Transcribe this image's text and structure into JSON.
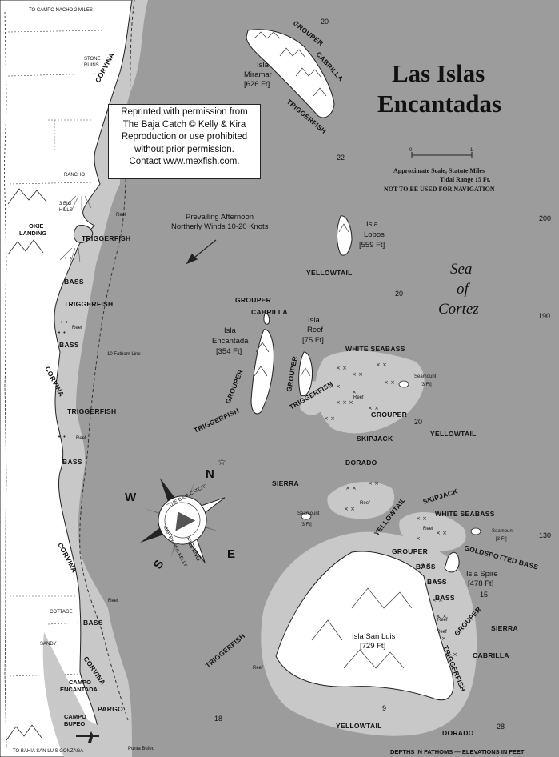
{
  "title": [
    "Las Islas",
    "Encantadas"
  ],
  "sea_label": [
    "Sea",
    "of",
    "Cortez"
  ],
  "permission": [
    "Reprinted with permission from",
    "The Baja Catch © Kelly & Kira",
    "Reproduction or use prohibited",
    "without prior permission.",
    "Contact www.mexfish.com."
  ],
  "legend": {
    "scale_start": "0",
    "scale_end": "1",
    "lines": [
      "Approximate Scale, Statute Miles",
      "Tidal Range 15 Ft.",
      "NOT TO BE USED FOR NAVIGATION"
    ]
  },
  "wind_note": [
    "Prevailing Afternoon",
    "Northerly Winds 10-20 Knots"
  ],
  "footer": "DEPTHS IN FATHOMS — ELEVATIONS IN FEET",
  "road_top": "TO CAMPO NACHO 2 MILES",
  "road_bottom": "TO BAHIA SAN LUIS GONZAGA",
  "ten_fathom_line": "10 Fathom Line",
  "islands": {
    "miramar": [
      "Isla",
      "Miramar",
      "[626 Ft]"
    ],
    "lobos": [
      "Isla",
      "Lobos",
      "[559 Ft]"
    ],
    "reef": [
      "Isla",
      "Reef",
      "[75 Ft]"
    ],
    "encantada": [
      "Isla",
      "Encantada",
      "[354 Ft]"
    ],
    "spire": [
      "Isla Spire",
      "[478 Ft]"
    ],
    "san_luis": [
      "Isla San Luis",
      "[729 Ft]"
    ]
  },
  "seamounts": {
    "east": [
      "Seamount",
      "[3 Ft]"
    ],
    "west": [
      "Seamount",
      "[3 Ft]"
    ],
    "far_east": [
      "Seamount",
      "[3 Ft]"
    ]
  },
  "land": {
    "stone_ruins": [
      "STONE",
      "RUINS"
    ],
    "rancho": "RANCHO",
    "big_hills": [
      "3 BIG",
      "HILLS"
    ],
    "okie_landing": [
      "OKIE",
      "LANDING"
    ],
    "cottage": "COTTAGE",
    "sandy": "SANDY",
    "campo_encantada": [
      "CAMPO",
      "ENCANTADA"
    ],
    "campo_bufeo": [
      "CAMPO",
      "BUFEO"
    ],
    "punta_bufeo": "Punta Bufeo"
  },
  "compass": {
    "N": "N",
    "E": "E",
    "S": "S",
    "W": "W",
    "ring_top": "\"THE BAJA CATCH\"",
    "ring_mid": "FISHING",
    "ring_bottom": "MAP BY NEIL KELLY"
  },
  "fish": {
    "corvina_1": "CORVINA",
    "grouper_1": "GROUPER",
    "cabrilla_1": "CABRILLA",
    "triggerfish_1": "TRIGGERFISH",
    "triggerfish_2": "TRIGGERFISH",
    "bass_1": "BASS",
    "triggerfish_3": "TRIGGERFISH",
    "bass_2": "BASS",
    "corvina_2": "CORVINA",
    "triggerfish_4": "TRIGGERFISH",
    "bass_3": "BASS",
    "yellowtail_1": "YELLOWTAIL",
    "grouper_2": "GROUPER",
    "cabrilla_2": "CABRILLA",
    "white_seabass_1": "WHITE SEABASS",
    "grouper_3": "GROUPER",
    "grouper_4": "GROUPER",
    "triggerfish_5": "TRIGGERFISH",
    "triggerfish_6": "TRIGGERFISH",
    "grouper_5": "GROUPER",
    "skipjack_1": "SKIPJACK",
    "yellowtail_2": "YELLOWTAIL",
    "dorado_1": "DORADO",
    "sierra_1": "SIERRA",
    "yellowtail_3": "YELLOWTAIL",
    "skipjack_2": "SKIPJACK",
    "white_seabass_2": "WHITE SEABASS",
    "grouper_6": "GROUPER",
    "goldspotted_bass": "GOLDSPOTTED BASS",
    "corvina_3": "CORVINA",
    "bass_4": "BASS",
    "bass_5": "BASS",
    "bass_6": "BASS",
    "bass_7": "BASS",
    "grouper_7": "GROUPER",
    "sierra_2": "SIERRA",
    "cabrilla_3": "CABRILLA",
    "triggerfish_7": "TRIGGERFISH",
    "triggerfish_8": "TRIGGERFISH",
    "corvina_4": "CORVINA",
    "pargo": "PARGO",
    "yellowtail_4": "YELLOWTAIL",
    "dorado_2": "DORADO"
  },
  "reef_labels": {
    "r1": "Reef",
    "r2": "Reef",
    "r3": "Reef",
    "r4": "Reef",
    "r5": "Reef",
    "r6": "Reef",
    "r7": "Reef",
    "r8": "Reef",
    "r9": "Reef",
    "r10": "Reef"
  },
  "depths": {
    "d20a": "20",
    "d22": "22",
    "d200": "200",
    "d20b": "20",
    "d190": "190",
    "d20c": "20",
    "d130": "130",
    "d15": "15",
    "d18": "18",
    "d9": "9",
    "d28": "28"
  },
  "colors": {
    "sea": "#9c9c9c",
    "shallow": "#c8c8c8",
    "land": "#ffffff",
    "ink": "#111111"
  }
}
